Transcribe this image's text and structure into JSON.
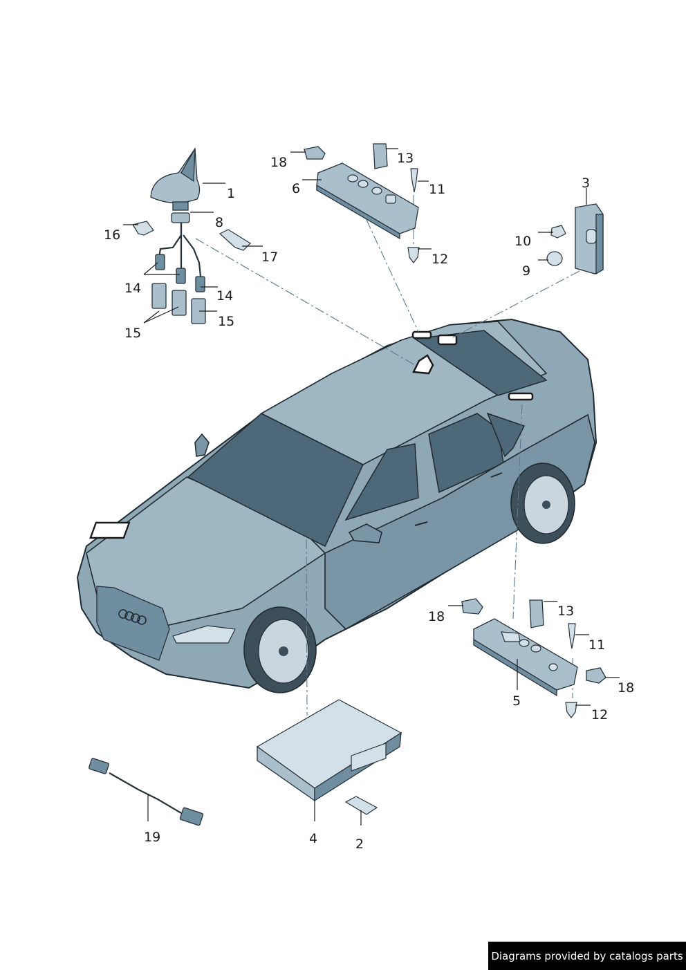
{
  "diagram": {
    "callouts": [
      "1",
      "2",
      "3",
      "4",
      "5",
      "6",
      "8",
      "9",
      "10",
      "11",
      "11",
      "12",
      "12",
      "13",
      "13",
      "14",
      "14",
      "15",
      "15",
      "16",
      "17",
      "18",
      "18",
      "18",
      "19"
    ]
  },
  "footer": {
    "text": "Diagrams provided by catalogs parts"
  }
}
